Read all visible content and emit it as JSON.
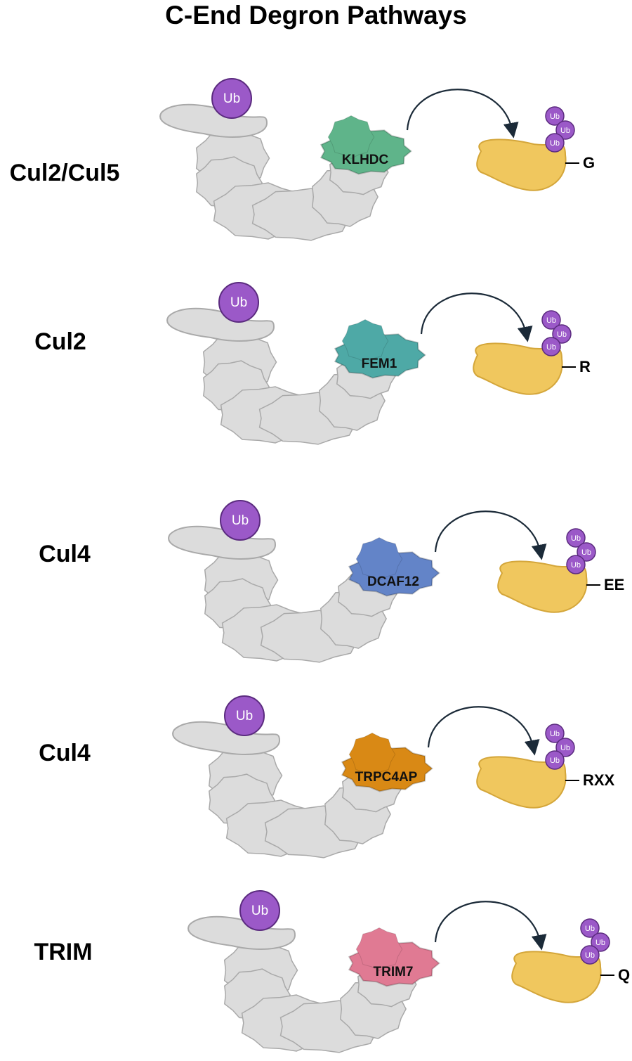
{
  "title": "C-End Degron Pathways",
  "ubiquitin_label": "Ub",
  "colors": {
    "cullin": "#dcdcdc",
    "cullin_stroke": "#a9a9a9",
    "ubiquitin": "#9b59c8",
    "substrate": "#f0c75e",
    "arrow": "#1b2a38"
  },
  "rows": [
    {
      "label": "Cul2/Cul5",
      "adaptor": "KLHDC",
      "adaptor_color": "#5fb48a",
      "degron": "G"
    },
    {
      "label": "Cul2",
      "adaptor": "FEM1",
      "adaptor_color": "#4ea9a6",
      "degron": "R"
    },
    {
      "label": "Cul4",
      "adaptor": "DCAF12",
      "adaptor_color": "#6384c8",
      "degron": "EE"
    },
    {
      "label": "Cul4",
      "adaptor": "TRPC4AP",
      "adaptor_color": "#d98915",
      "degron": "RXX"
    },
    {
      "label": "TRIM",
      "adaptor": "TRIM7",
      "adaptor_color": "#e07a93",
      "degron": "Q"
    }
  ]
}
